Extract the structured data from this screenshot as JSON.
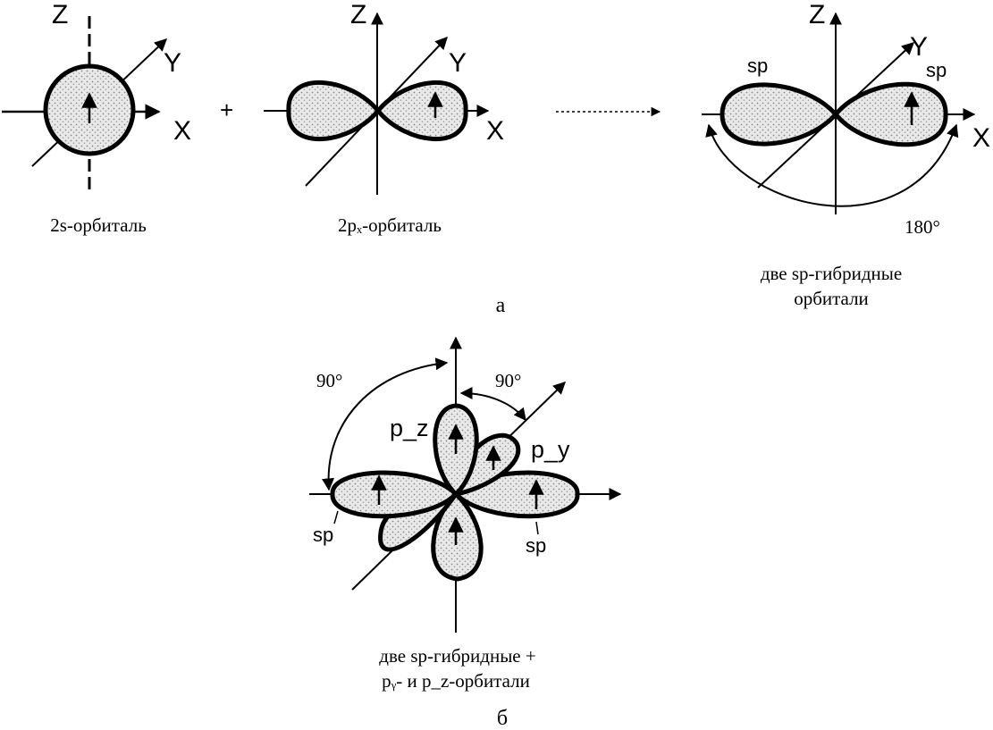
{
  "figure_a": {
    "s_orbital": {
      "axis_z": "Z",
      "axis_y": "Y",
      "axis_x": "X",
      "caption": "2s-орбиталь"
    },
    "plus_sign": "+",
    "px_orbital": {
      "axis_z": "Z",
      "axis_y": "Y",
      "axis_x": "X",
      "caption": "2pₓ-орбиталь"
    },
    "sp_hybrid": {
      "axis_z": "Z",
      "axis_y": "Y",
      "axis_x": "X",
      "lobe_label_left": "sp",
      "lobe_label_right": "sp",
      "angle": "180°",
      "caption_line1": "две sp-гибридные",
      "caption_line2": "орбитали"
    },
    "part_label": "а"
  },
  "figure_b": {
    "angle_left": "90°",
    "angle_right": "90°",
    "label_pz": "p_z",
    "label_py": "p_y",
    "label_sp_left": "sp",
    "label_sp_right": "sp",
    "caption_line1": "две sp-гибридные +",
    "caption_line2": "pᵧ- и p_z-орбитали",
    "part_label": "б"
  }
}
